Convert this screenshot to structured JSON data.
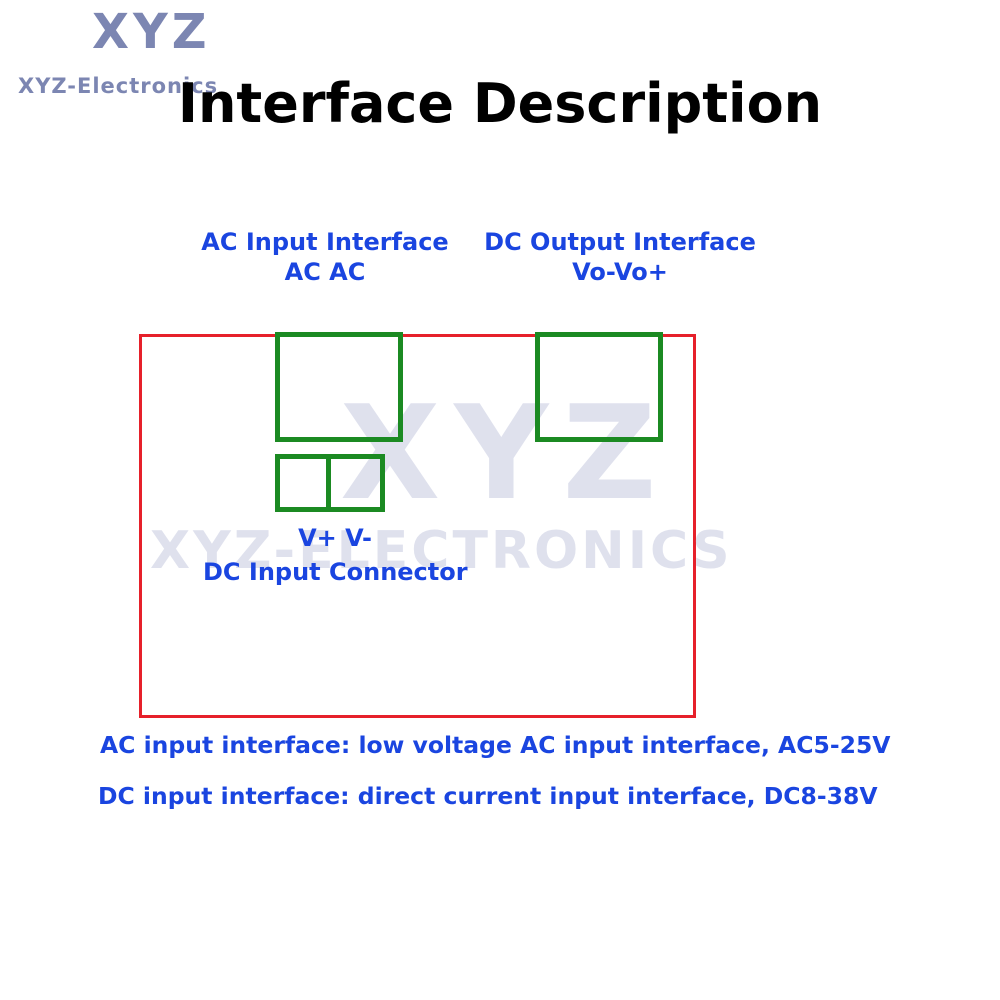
{
  "logo": {
    "brand": "XYZ",
    "name": "XYZ-Electronics"
  },
  "watermark": {
    "brand": "XYZ",
    "name": "XYZ-ELECTRONICS"
  },
  "title": "Interface Description",
  "labels": {
    "ac_input": {
      "line1": "AC Input Interface",
      "line2": "AC AC"
    },
    "dc_output": {
      "line1": "DC Output Interface",
      "line2": "Vo-Vo+"
    },
    "dc_input": {
      "line1": "V+ V-",
      "line2": "DC Input Connector"
    }
  },
  "notes": [
    "AC input interface: low voltage AC input interface, AC5-25V",
    "DC input interface: direct current input interface, DC8-38V"
  ],
  "colors": {
    "board_outline": "#e6202a",
    "connector": "#1b8a22",
    "label_text": "#1a45e0",
    "title_text": "#000000",
    "logo": "#7c86b2"
  }
}
